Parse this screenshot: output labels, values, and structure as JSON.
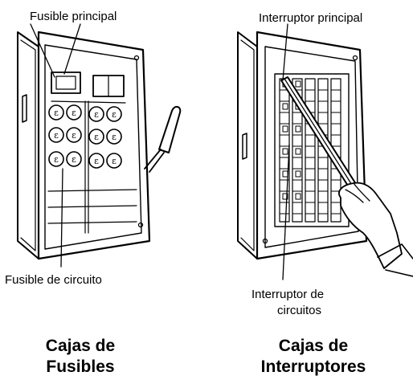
{
  "left_panel": {
    "top_label": "Fusible principal",
    "bottom_label": "Fusible de circuito",
    "title_line1": "Cajas de",
    "title_line2": "Fusibles"
  },
  "right_panel": {
    "top_label": "Interruptor principal",
    "bottom_label_line1": "Interruptor de",
    "bottom_label_line2": "circuitos",
    "title_line1": "Cajas de",
    "title_line2": "Interruptores"
  },
  "fuse_glyph": "ε",
  "colors": {
    "ink": "#000000",
    "background": "#ffffff"
  }
}
